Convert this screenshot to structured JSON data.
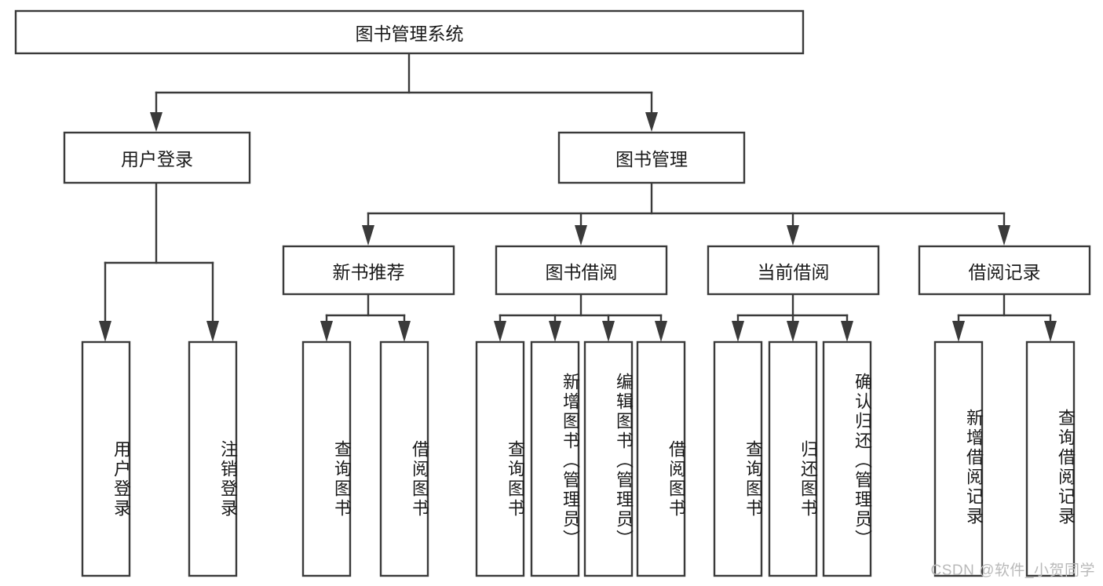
{
  "diagram": {
    "title": "图书管理系统",
    "type": "tree-hierarchy-diagram",
    "colors": {
      "box_stroke": "#3a3a3a",
      "box_fill": "#ffffff",
      "text": "#1a1a1a",
      "background": "#ffffff",
      "watermark": "#b9b9b9"
    },
    "root": {
      "label": "图书管理系统"
    },
    "level2": [
      {
        "label": "用户登录"
      },
      {
        "label": "图书管理"
      }
    ],
    "level3": [
      {
        "label": "新书推荐"
      },
      {
        "label": "图书借阅"
      },
      {
        "label": "当前借阅"
      },
      {
        "label": "借阅记录"
      }
    ],
    "leaves_user_login": [
      {
        "label": "用户登录"
      },
      {
        "label": "注销登录"
      }
    ],
    "leaves_new_book": [
      {
        "label": "查询图书"
      },
      {
        "label": "借阅图书"
      }
    ],
    "leaves_borrow": [
      {
        "label": "查询图书"
      },
      {
        "label": "新增图书（管理员）"
      },
      {
        "label": "编辑图书（管理员）"
      },
      {
        "label": "借阅图书"
      }
    ],
    "leaves_current": [
      {
        "label": "查询图书"
      },
      {
        "label": "归还图书"
      },
      {
        "label": "确认归还（管理员）"
      }
    ],
    "leaves_records": [
      {
        "label": "新增借阅记录"
      },
      {
        "label": "查询借阅记录"
      }
    ]
  },
  "watermark": {
    "text": "CSDN @软件_小贺同学"
  }
}
